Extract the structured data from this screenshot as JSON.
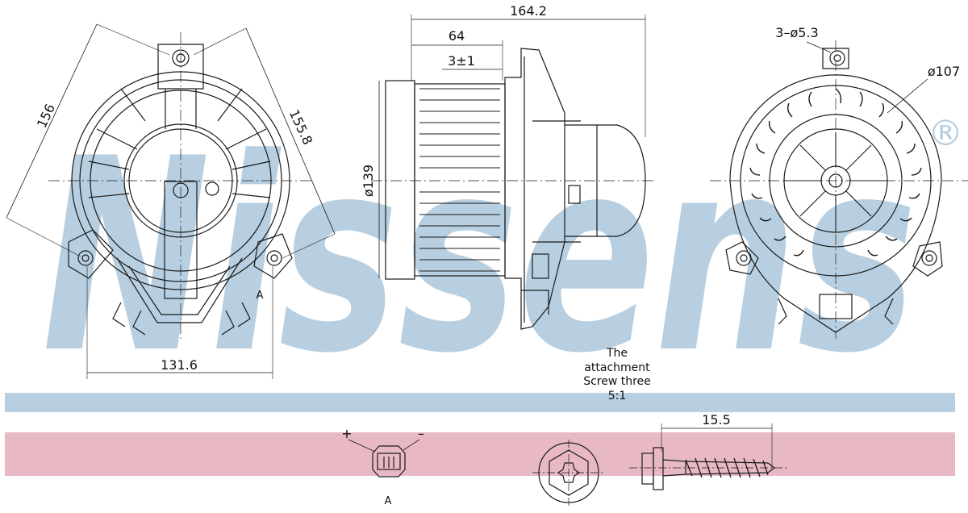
{
  "watermark": {
    "text": "Nissens",
    "mark": "®",
    "color": "#b7cfe0"
  },
  "front_view": {
    "dim_height_left": "156",
    "dim_height_right": "155.8",
    "dim_width": "131.6",
    "connector_label": "A"
  },
  "side_view": {
    "dim_total_length": "164.2",
    "dim_motor_length": "64",
    "dim_flange": "3±1",
    "dim_diameter": "ø139"
  },
  "rear_view": {
    "dim_holes": "3–ø5.3",
    "dim_wheel_diameter": "ø107"
  },
  "attachment_note": {
    "line1": "The",
    "line2": "attachment",
    "line3": "Screw three",
    "line4": "5:1"
  },
  "connector_detail": {
    "plus_label": "+",
    "minus_label": "–",
    "label": "A"
  },
  "screw_detail": {
    "dim_length": "15.5"
  },
  "colors": {
    "line": "#1a1a1a",
    "band_blue": "#b7cfe0",
    "band_pink": "#e8b9c5"
  }
}
